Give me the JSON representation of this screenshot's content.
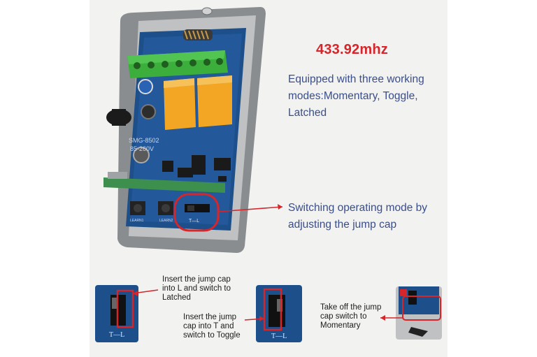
{
  "frequency": "433.92mhz",
  "modes_text": [
    "Equipped with three working",
    "modes:Momentary, Toggle,",
    "Latched"
  ],
  "switching_text": [
    "Switching operating mode by",
    "adjusting the jump cap"
  ],
  "instructions": {
    "latched": [
      "Insert the jump cap",
      "into L and switch to",
      "Latched"
    ],
    "toggle": [
      "Insert the jump",
      "cap into T and",
      "switch to Toggle"
    ],
    "momentary": [
      "Take off the jump",
      "cap switch to",
      "Momentary"
    ]
  },
  "board": {
    "model": "SMG-8502",
    "voltage": "85-260V",
    "learn1": "LEARN1",
    "learn2": "LEARN2",
    "jumper": "T—L"
  },
  "colors": {
    "accent_red": "#d4262b",
    "text_blue": "#3a4e8a",
    "pcb": "#1d4f8a",
    "terminal": "#3cae3c",
    "relay": "#f2a623"
  }
}
